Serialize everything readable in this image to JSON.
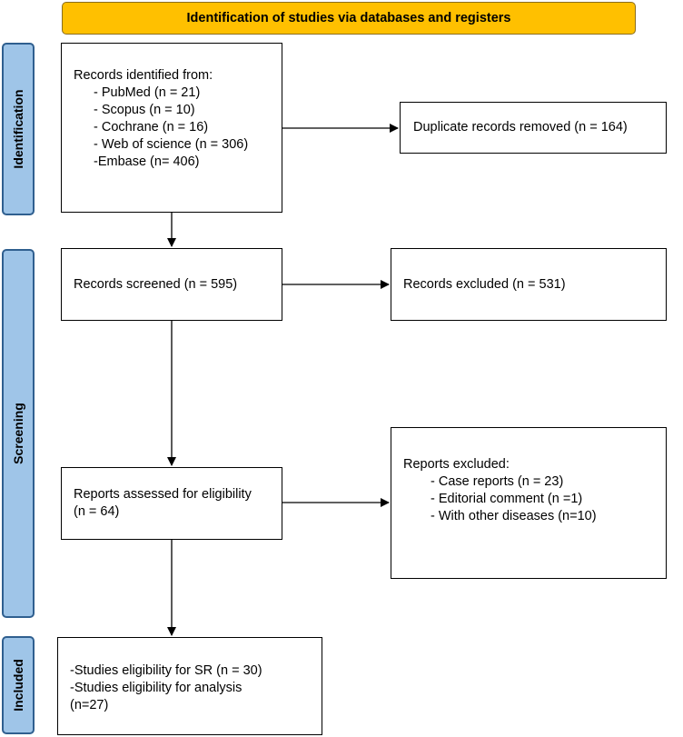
{
  "header": {
    "title": "Identification of studies via databases and registers"
  },
  "stages": {
    "identification": "Identification",
    "screening": "Screening",
    "included": "Included"
  },
  "identification_box": {
    "heading": "Records identified from:",
    "items": [
      "- PubMed (n = 21)",
      "- Scopus (n = 10)",
      "- Cochrane (n = 16)",
      "- Web of science (n = 306)",
      "-Embase (n= 406)"
    ]
  },
  "duplicates_box": {
    "text": "Duplicate records removed (n = 164)"
  },
  "screened_box": {
    "text": "Records screened (n = 595)"
  },
  "excluded_box": {
    "text": "Records excluded (n = 531)"
  },
  "eligibility_box": {
    "line1": "Reports assessed for eligibility",
    "line2": "(n = 64)"
  },
  "reports_excluded_box": {
    "heading": "Reports excluded:",
    "items": [
      "- Case reports (n = 23)",
      "- Editorial comment (n =1)",
      "- With other diseases (n=10)"
    ]
  },
  "included_box": {
    "lines": [
      "-Studies eligibility for SR (n = 30)",
      "-Studies eligibility for analysis",
      "(n=27)"
    ]
  },
  "colors": {
    "banner": "#ffc000",
    "stage_fill": "#9fc5e8",
    "stage_border": "#2f5f8f"
  }
}
